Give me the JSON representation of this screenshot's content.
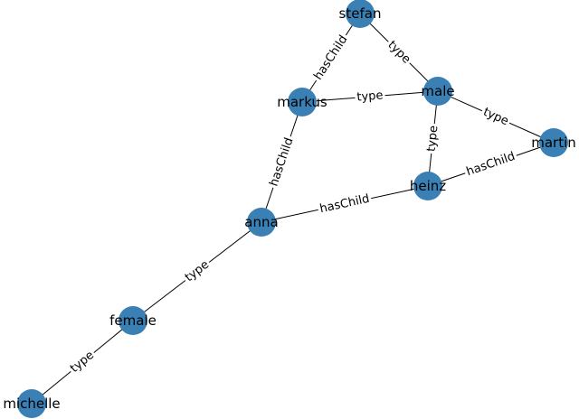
{
  "graph": {
    "node_color": "#3a80b5",
    "edge_color": "#000000",
    "nodes": [
      {
        "id": "stefan",
        "label": "stefan"
      },
      {
        "id": "male",
        "label": "male"
      },
      {
        "id": "markus",
        "label": "markus"
      },
      {
        "id": "martin",
        "label": "martin"
      },
      {
        "id": "heinz",
        "label": "heinz"
      },
      {
        "id": "anna",
        "label": "anna"
      },
      {
        "id": "female",
        "label": "female"
      },
      {
        "id": "michelle",
        "label": "michelle"
      }
    ],
    "edges": [
      {
        "source": "stefan",
        "target": "male",
        "label": "type"
      },
      {
        "source": "stefan",
        "target": "markus",
        "label": "hasChild"
      },
      {
        "source": "markus",
        "target": "male",
        "label": "type"
      },
      {
        "source": "male",
        "target": "martin",
        "label": "type"
      },
      {
        "source": "male",
        "target": "heinz",
        "label": "type"
      },
      {
        "source": "martin",
        "target": "heinz",
        "label": "hasChild"
      },
      {
        "source": "markus",
        "target": "anna",
        "label": "hasChild"
      },
      {
        "source": "anna",
        "target": "heinz",
        "label": "hasChild"
      },
      {
        "source": "anna",
        "target": "female",
        "label": "type"
      },
      {
        "source": "female",
        "target": "michelle",
        "label": "type"
      }
    ]
  }
}
